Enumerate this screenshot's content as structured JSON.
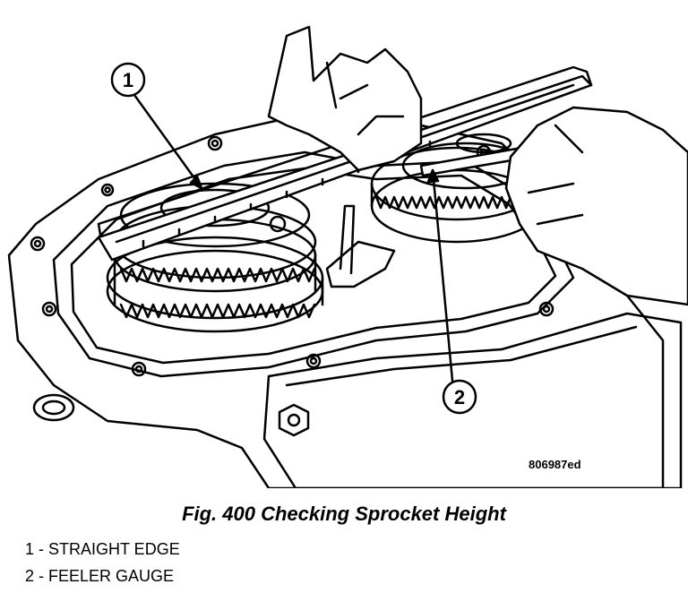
{
  "figure": {
    "callouts": [
      {
        "number": "1"
      },
      {
        "number": "2"
      }
    ],
    "code": "806987ed"
  },
  "caption": "Fig. 400 Checking Sprocket Height",
  "legend": [
    {
      "text": "1 - STRAIGHT EDGE"
    },
    {
      "text": "2 - FEELER GAUGE"
    }
  ]
}
